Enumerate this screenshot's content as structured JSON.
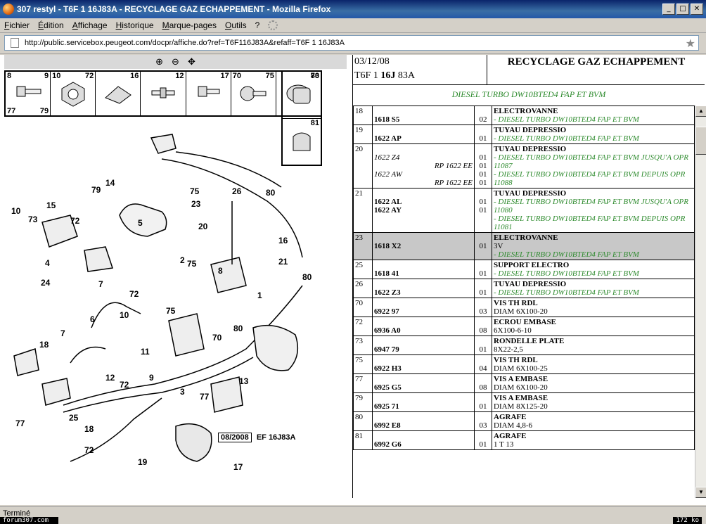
{
  "window": {
    "title": "307 restyl - T6F 1 16J83A - RECYCLAGE GAZ ECHAPPEMENT - Mozilla Firefox"
  },
  "menu": [
    "Fichier",
    "Édition",
    "Affichage",
    "Historique",
    "Marque-pages",
    "Outils",
    "?"
  ],
  "url": "http://public.servicebox.peugeot.com/docpr/affiche.do?ref=T6F116J83A&refaff=T6F 1 16J83A",
  "zoom": {
    "zoom_in": "⊕",
    "zoom_out": "⊖",
    "pan": "✥"
  },
  "parts_strip": [
    {
      "a": "8",
      "b": "9",
      "c": "77",
      "d": "79"
    },
    {
      "a": "10",
      "b": "72",
      "c": "",
      "d": ""
    },
    {
      "a": "",
      "b": "16",
      "c": "",
      "d": ""
    },
    {
      "a": "",
      "b": "12",
      "c": "",
      "d": ""
    },
    {
      "a": "",
      "b": "17",
      "c": "",
      "d": ""
    },
    {
      "a": "70",
      "b": "75",
      "c": "",
      "d": ""
    },
    {
      "a": "",
      "b": "73",
      "c": "",
      "d": ""
    }
  ],
  "part80": {
    "top": "80",
    "bottom": "81"
  },
  "diagram": {
    "labels": [
      "14",
      "79",
      "75",
      "23",
      "26",
      "80",
      "10",
      "73",
      "15",
      "72",
      "5",
      "20",
      "16",
      "4",
      "24",
      "7",
      "21",
      "2",
      "75",
      "8",
      "80",
      "1",
      "72",
      "7",
      "6",
      "10",
      "75",
      "11",
      "70",
      "80",
      "18",
      "9",
      "12",
      "72",
      "3",
      "13",
      "25",
      "18",
      "77",
      "72",
      "77",
      "17",
      "19"
    ],
    "date": "08/2008",
    "ref": "EF 16J83A"
  },
  "header": {
    "date": "03/12/08",
    "ref_a": "T6F 1 ",
    "ref_b": "16J",
    "ref_c": " 83A",
    "title": "RECYCLAGE GAZ ECHAPPEMENT",
    "subtitle": "DIESEL TURBO DW10BTED4 FAP ET BVM"
  },
  "rows": [
    {
      "num": "18",
      "codes": [
        {
          "code": "1618 S5",
          "rp": "",
          "alt": false
        }
      ],
      "qty": [
        "02"
      ],
      "title": "ELECTROVANNE",
      "lines": [
        "- DIESEL TURBO DW10BTED4 FAP ET BVM"
      ],
      "hl": false
    },
    {
      "num": "19",
      "codes": [
        {
          "code": "1622 AP",
          "rp": "",
          "alt": false
        }
      ],
      "qty": [
        "01"
      ],
      "title": "TUYAU DEPRESSIO",
      "lines": [
        "- DIESEL TURBO DW10BTED4 FAP ET BVM"
      ],
      "hl": false
    },
    {
      "num": "20",
      "codes": [
        {
          "code": "1622 Z4",
          "rp": "RP 1622 EE",
          "alt": true
        },
        {
          "code": "1622 AW",
          "rp": "RP 1622 EE",
          "alt": true
        }
      ],
      "qty": [
        "01",
        "01",
        "01",
        "01"
      ],
      "title": "TUYAU DEPRESSIO",
      "lines": [
        "- DIESEL TURBO DW10BTED4 FAP ET BVM JUSQU'A OPR 11087",
        "- DIESEL TURBO DW10BTED4 FAP ET BVM DEPUIS OPR 11088"
      ],
      "hl": false
    },
    {
      "num": "21",
      "codes": [
        {
          "code": "1622 AL",
          "rp": "",
          "alt": false
        },
        {
          "code": "1622 AY",
          "rp": "",
          "alt": false
        }
      ],
      "qty": [
        "01",
        "01"
      ],
      "title": "TUYAU DEPRESSIO",
      "lines": [
        "- DIESEL TURBO DW10BTED4 FAP ET BVM JUSQU'A OPR 11080",
        "- DIESEL TURBO DW10BTED4 FAP ET BVM DEPUIS OPR 11081"
      ],
      "hl": false
    },
    {
      "num": "23",
      "codes": [
        {
          "code": "1618 X2",
          "rp": "",
          "alt": false
        }
      ],
      "qty": [
        "01"
      ],
      "title": "ELECTROVANNE",
      "plain": "3V",
      "lines": [
        "- DIESEL TURBO DW10BTED4 FAP ET BVM"
      ],
      "hl": true
    },
    {
      "num": "25",
      "codes": [
        {
          "code": "1618 41",
          "rp": "",
          "alt": false
        }
      ],
      "qty": [
        "01"
      ],
      "title": "SUPPORT ELECTRO",
      "lines": [
        "- DIESEL TURBO DW10BTED4 FAP ET BVM"
      ],
      "hl": false
    },
    {
      "num": "26",
      "codes": [
        {
          "code": "1622 Z3",
          "rp": "",
          "alt": false
        }
      ],
      "qty": [
        "01"
      ],
      "title": "TUYAU DEPRESSIO",
      "lines": [
        "- DIESEL TURBO DW10BTED4 FAP ET BVM"
      ],
      "hl": false
    },
    {
      "num": "70",
      "codes": [
        {
          "code": "6922 97",
          "rp": "",
          "alt": false
        }
      ],
      "qty": [
        "03"
      ],
      "title": "VIS TH RDL",
      "plain": "DIAM 6X100-20",
      "lines": [],
      "hl": false
    },
    {
      "num": "72",
      "codes": [
        {
          "code": "6936 A0",
          "rp": "",
          "alt": false
        }
      ],
      "qty": [
        "08"
      ],
      "title": "ECROU EMBASE",
      "plain": "6X100-6-10",
      "lines": [],
      "hl": false
    },
    {
      "num": "73",
      "codes": [
        {
          "code": "6947 79",
          "rp": "",
          "alt": false
        }
      ],
      "qty": [
        "01"
      ],
      "title": "RONDELLE PLATE",
      "plain": "8X22-2,5",
      "lines": [],
      "hl": false
    },
    {
      "num": "75",
      "codes": [
        {
          "code": "6922 H3",
          "rp": "",
          "alt": false
        }
      ],
      "qty": [
        "04"
      ],
      "title": "VIS TH RDL",
      "plain": "DIAM 6X100-25",
      "lines": [],
      "hl": false
    },
    {
      "num": "77",
      "codes": [
        {
          "code": "6925 G5",
          "rp": "",
          "alt": false
        }
      ],
      "qty": [
        "08"
      ],
      "title": "VIS A EMBASE",
      "plain": "DIAM 6X100-20",
      "lines": [],
      "hl": false
    },
    {
      "num": "79",
      "codes": [
        {
          "code": "6925 71",
          "rp": "",
          "alt": false
        }
      ],
      "qty": [
        "01"
      ],
      "title": "VIS A EMBASE",
      "plain": "DIAM 8X125-20",
      "lines": [],
      "hl": false
    },
    {
      "num": "80",
      "codes": [
        {
          "code": "6992 E8",
          "rp": "",
          "alt": false
        }
      ],
      "qty": [
        "03"
      ],
      "title": "AGRAFE",
      "plain": "DIAM 4,8-6",
      "lines": [],
      "hl": false
    },
    {
      "num": "81",
      "codes": [
        {
          "code": "6992 G6",
          "rp": "",
          "alt": false
        }
      ],
      "qty": [
        "01"
      ],
      "title": "AGRAFE",
      "plain": "1 T 13",
      "lines": [],
      "hl": false
    }
  ],
  "status": {
    "text": "Terminé",
    "left_tag": "forum307.com",
    "size": "172 ko"
  }
}
